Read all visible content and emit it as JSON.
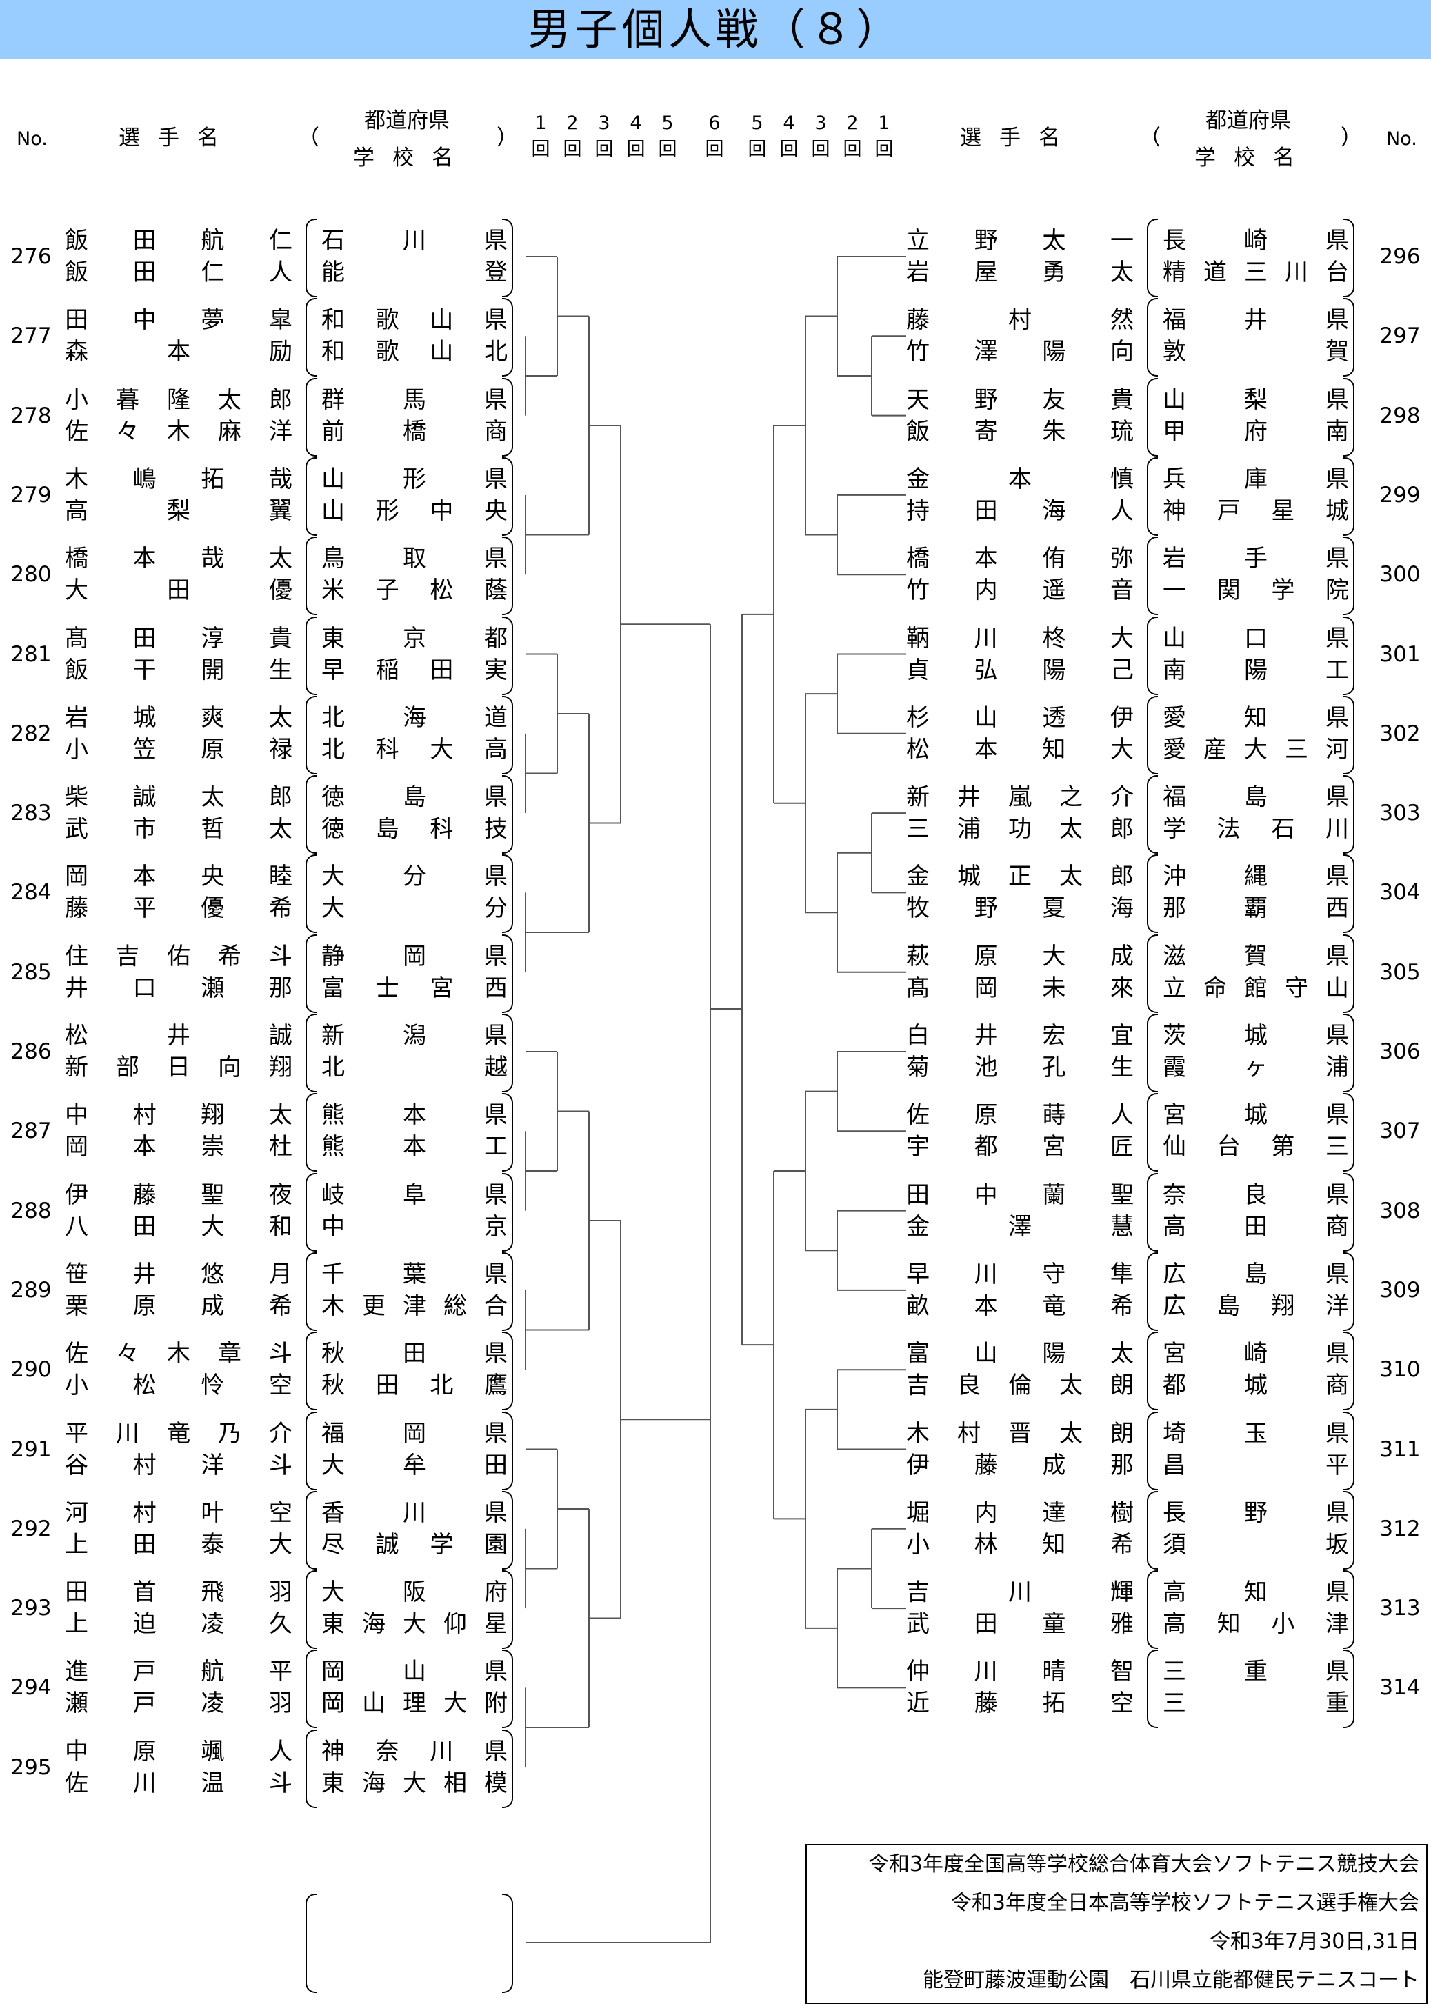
{
  "title": "男子個人戦（８）",
  "header": {
    "no": "No.",
    "player": "選手名",
    "pref": "都道府県",
    "school": "学校名",
    "paren_open": "（",
    "paren_close": "）",
    "rounds_left": [
      "1",
      "2",
      "3",
      "4",
      "5"
    ],
    "round_mid": "6",
    "rounds_right": [
      "5",
      "4",
      "3",
      "2",
      "1"
    ],
    "round_unit": "回"
  },
  "left_entries": [
    {
      "no": "276",
      "p1": "飯田航仁",
      "p2": "飯田仁人",
      "pref": "石川県",
      "school": "能登"
    },
    {
      "no": "277",
      "p1": "田中夢皐",
      "p2": "森本励",
      "pref": "和歌山県",
      "school": "和歌山北"
    },
    {
      "no": "278",
      "p1": "小暮隆太郎",
      "p2": "佐々木麻洋",
      "pref": "群馬県",
      "school": "前橋商"
    },
    {
      "no": "279",
      "p1": "木嶋拓哉",
      "p2": "高梨翼",
      "pref": "山形県",
      "school": "山形中央"
    },
    {
      "no": "280",
      "p1": "橋本哉太",
      "p2": "大田優",
      "pref": "鳥取県",
      "school": "米子松蔭"
    },
    {
      "no": "281",
      "p1": "髙田淳貴",
      "p2": "飯干開生",
      "pref": "東京都",
      "school": "早稲田実"
    },
    {
      "no": "282",
      "p1": "岩城爽太",
      "p2": "小笠原禄",
      "pref": "北海道",
      "school": "北科大高"
    },
    {
      "no": "283",
      "p1": "柴誠太郎",
      "p2": "武市哲太",
      "pref": "徳島県",
      "school": "徳島科技"
    },
    {
      "no": "284",
      "p1": "岡本央睦",
      "p2": "藤平優希",
      "pref": "大分県",
      "school": "大分"
    },
    {
      "no": "285",
      "p1": "住吉佑希斗",
      "p2": "井口瀬那",
      "pref": "静岡県",
      "school": "富士宮西"
    },
    {
      "no": "286",
      "p1": "松井誠",
      "p2": "新部日向翔",
      "pref": "新潟県",
      "school": "北越"
    },
    {
      "no": "287",
      "p1": "中村翔太",
      "p2": "岡本崇杜",
      "pref": "熊本県",
      "school": "熊本工"
    },
    {
      "no": "288",
      "p1": "伊藤聖夜",
      "p2": "八田大和",
      "pref": "岐阜県",
      "school": "中京"
    },
    {
      "no": "289",
      "p1": "笹井悠月",
      "p2": "栗原成希",
      "pref": "千葉県",
      "school": "木更津総合"
    },
    {
      "no": "290",
      "p1": "佐々木章斗",
      "p2": "小松怜空",
      "pref": "秋田県",
      "school": "秋田北鷹"
    },
    {
      "no": "291",
      "p1": "平川竜乃介",
      "p2": "谷村洋斗",
      "pref": "福岡県",
      "school": "大牟田"
    },
    {
      "no": "292",
      "p1": "河村叶空",
      "p2": "上田泰大",
      "pref": "香川県",
      "school": "尽誠学園"
    },
    {
      "no": "293",
      "p1": "田首飛羽",
      "p2": "上迫凌久",
      "pref": "大阪府",
      "school": "東海大仰星"
    },
    {
      "no": "294",
      "p1": "進戸航平",
      "p2": "瀬戸凌羽",
      "pref": "岡山県",
      "school": "岡山理大附"
    },
    {
      "no": "295",
      "p1": "中原颯人",
      "p2": "佐川温斗",
      "pref": "神奈川県",
      "school": "東海大相模"
    }
  ],
  "right_entries": [
    {
      "no": "296",
      "p1": "立野太一",
      "p2": "岩屋勇太",
      "pref": "長崎県",
      "school": "精道三川台"
    },
    {
      "no": "297",
      "p1": "藤村然",
      "p2": "竹澤陽向",
      "pref": "福井県",
      "school": "敦賀"
    },
    {
      "no": "298",
      "p1": "天野友貴",
      "p2": "飯寄朱琉",
      "pref": "山梨県",
      "school": "甲府南"
    },
    {
      "no": "299",
      "p1": "金本慎",
      "p2": "持田海人",
      "pref": "兵庫県",
      "school": "神戸星城"
    },
    {
      "no": "300",
      "p1": "橋本侑弥",
      "p2": "竹内遥音",
      "pref": "岩手県",
      "school": "一関学院"
    },
    {
      "no": "301",
      "p1": "鞆川柊大",
      "p2": "貞弘陽己",
      "pref": "山口県",
      "school": "南陽工"
    },
    {
      "no": "302",
      "p1": "杉山透伊",
      "p2": "松本知大",
      "pref": "愛知県",
      "school": "愛産大三河"
    },
    {
      "no": "303",
      "p1": "新井嵐之介",
      "p2": "三浦功太郎",
      "pref": "福島県",
      "school": "学法石川"
    },
    {
      "no": "304",
      "p1": "金城正太郎",
      "p2": "牧野夏海",
      "pref": "沖縄県",
      "school": "那覇西"
    },
    {
      "no": "305",
      "p1": "萩原大成",
      "p2": "髙岡未來",
      "pref": "滋賀県",
      "school": "立命館守山"
    },
    {
      "no": "306",
      "p1": "白井宏宜",
      "p2": "菊池孔生",
      "pref": "茨城県",
      "school": "霞ヶ浦"
    },
    {
      "no": "307",
      "p1": "佐原蒔人",
      "p2": "宇都宮匠",
      "pref": "宮城県",
      "school": "仙台第三"
    },
    {
      "no": "308",
      "p1": "田中蘭聖",
      "p2": "金澤慧",
      "pref": "奈良県",
      "school": "高田商"
    },
    {
      "no": "309",
      "p1": "早川守隼",
      "p2": "畝本竜希",
      "pref": "広島県",
      "school": "広島翔洋"
    },
    {
      "no": "310",
      "p1": "富山陽太",
      "p2": "吉良倫太朗",
      "pref": "宮崎県",
      "school": "都城商"
    },
    {
      "no": "311",
      "p1": "木村晋太朗",
      "p2": "伊藤成那",
      "pref": "埼玉県",
      "school": "昌平"
    },
    {
      "no": "312",
      "p1": "堀内達樹",
      "p2": "小林知希",
      "pref": "長野県",
      "school": "須坂"
    },
    {
      "no": "313",
      "p1": "吉川輝",
      "p2": "武田童雅",
      "pref": "高知県",
      "school": "高知小津"
    },
    {
      "no": "314",
      "p1": "仲川晴智",
      "p2": "近藤拓空",
      "pref": "三重県",
      "school": "三重"
    }
  ],
  "footer": {
    "line1": "令和3年度全国高等学校総合体育大会ソフトテニス競技大会",
    "line2": "令和3年度全日本高等学校ソフトテニス選手権大会",
    "date": "令和3年7月30日,31日",
    "venue": "能登町藤波運動公園　石川県立能都健民テニスコート"
  }
}
